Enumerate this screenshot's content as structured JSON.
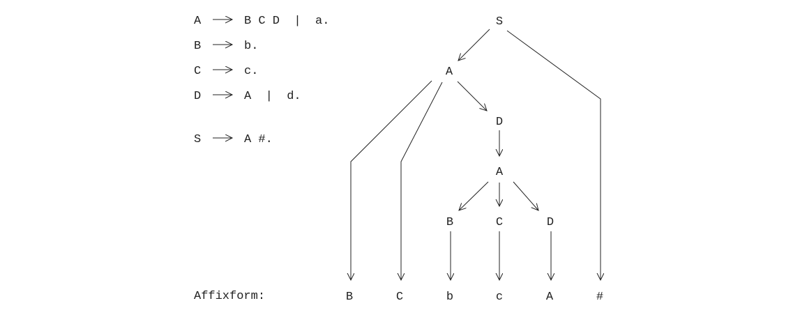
{
  "grammar": {
    "rules": [
      {
        "lhs": "A",
        "rhs": "B C D  |  a."
      },
      {
        "lhs": "B",
        "rhs": "b."
      },
      {
        "lhs": "C",
        "rhs": "c."
      },
      {
        "lhs": "D",
        "rhs": "A  |  d."
      },
      {
        "lhs": "S",
        "rhs": "A #."
      }
    ]
  },
  "tree": {
    "nodes": [
      "S",
      "A",
      "D",
      "A",
      "B",
      "C",
      "D"
    ],
    "leaves": [
      "B",
      "C",
      "b",
      "c",
      "A",
      "#"
    ]
  },
  "affix_label": "Affixform:"
}
